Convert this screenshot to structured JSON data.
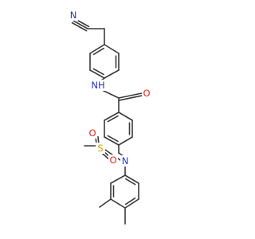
{
  "colors": {
    "bond": "#3a3a3a",
    "carbon": "#3a3a3a",
    "nitrogen": "#2233dd",
    "oxygen": "#e1261c",
    "sulfur": "#c9a400",
    "background": "#ffffff"
  },
  "atom_labels": {
    "nitrile_n": "N",
    "amide_nh": "NH",
    "amide_o": "O",
    "sulfonamide_n": "N",
    "sulfonyl_s": "S",
    "sulfonyl_o1": "O",
    "sulfonyl_o2": "O"
  }
}
